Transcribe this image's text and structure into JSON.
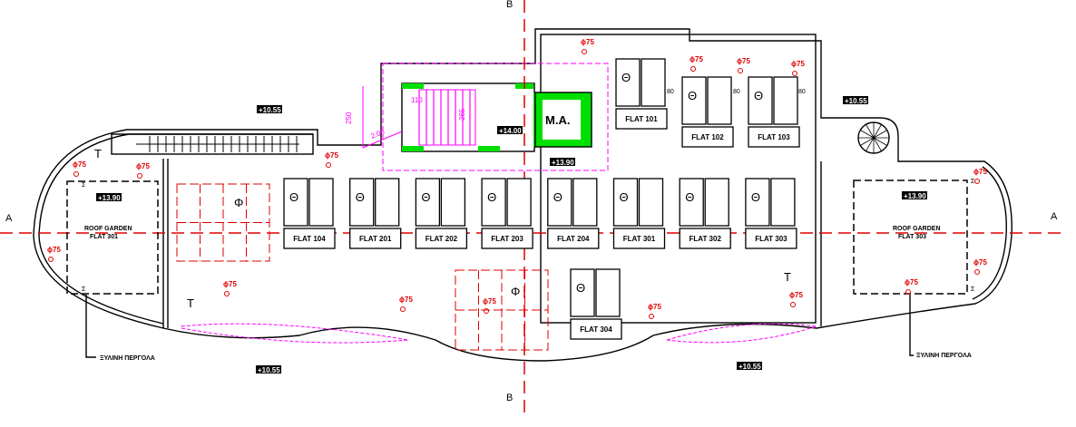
{
  "drawing": {
    "section_marks": {
      "a_left": "A",
      "a_right": "A",
      "b_top": "B",
      "b_bottom": "B"
    },
    "flats_row": [
      "FLAT 104",
      "FLAT 201",
      "FLAT 202",
      "FLAT 203",
      "FLAT 204",
      "FLAT 301",
      "FLAT 302",
      "FLAT 303"
    ],
    "flats_top": [
      "FLAT 101",
      "FLAT 102",
      "FLAT 103"
    ],
    "flat_304": "FLAT 304",
    "unit_symbol": "Θ",
    "tile_symbol": "Φ",
    "machine_room": "M.A.",
    "roof_garden_left": {
      "title": "ROOF GARDEN",
      "flat": "FLAT 301",
      "level": "+13.90"
    },
    "roof_garden_right": {
      "title": "ROOF GARDEN",
      "flat": "FLAT 303",
      "level": "+13.90"
    },
    "levels": [
      "+10.55",
      "+14.00",
      "+13.90",
      "+10.55",
      "+10.55",
      "+10.55"
    ],
    "pergola_label": "ΞΥΛΙΝΗ ΠΕΡΓΟΛΑ",
    "drain_label": "ϕ75",
    "clearances": [
      "80",
      "80",
      "80"
    ],
    "stair_dims": [
      "250",
      "110",
      "2.05",
      "265"
    ],
    "wall_tag": "T",
    "column_tag": "Σ",
    "colors": {
      "section_line": "#e00000",
      "stair": "#ff00ff",
      "column": "#00e000"
    }
  }
}
